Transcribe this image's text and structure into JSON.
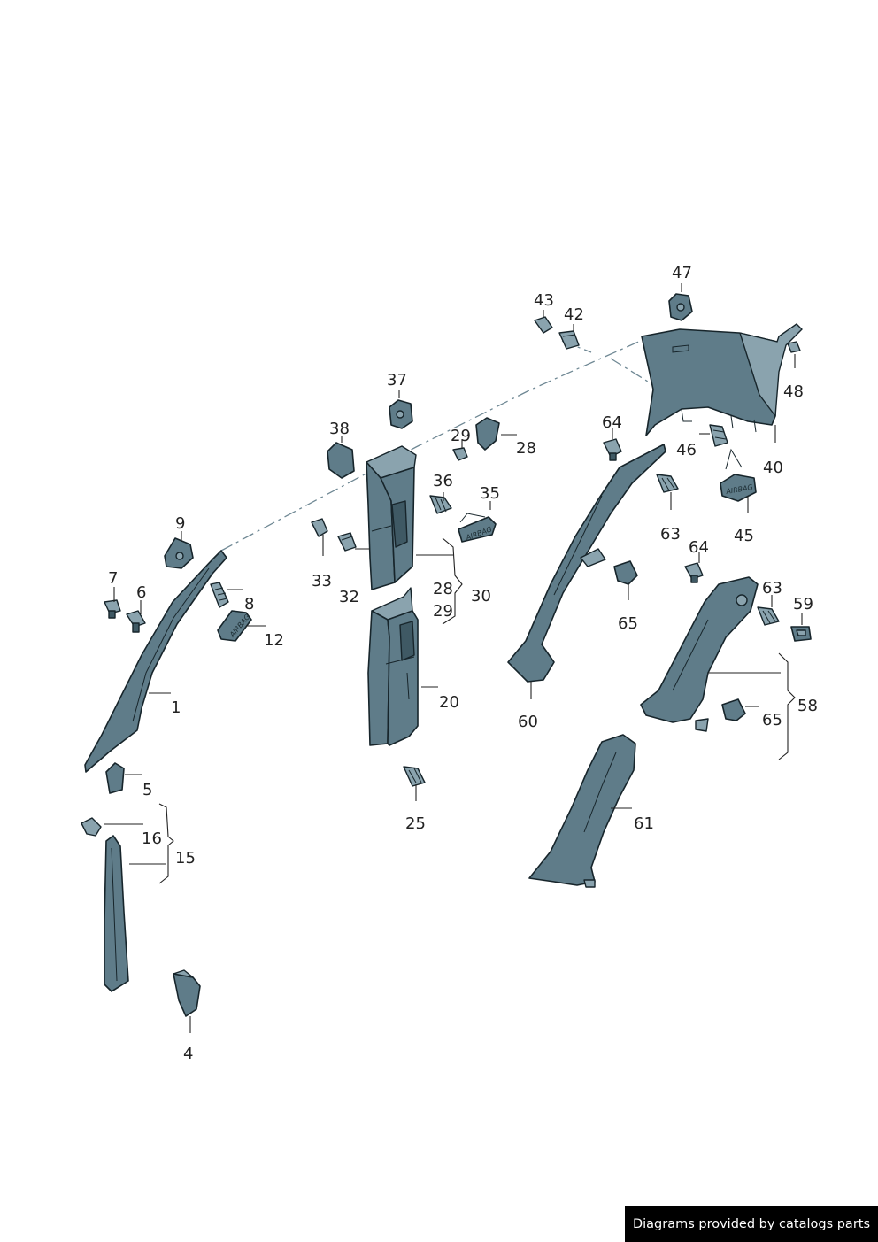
{
  "footer_text": "Diagrams provided by catalogs parts",
  "callouts": [
    "1",
    "4",
    "5",
    "6",
    "7",
    "8",
    "9",
    "12",
    "15",
    "16",
    "20",
    "25",
    "28",
    "29",
    "30",
    "32",
    "33",
    "35",
    "36",
    "37",
    "38",
    "40",
    "42",
    "43",
    "45",
    "46",
    "47",
    "48",
    "58",
    "59",
    "60",
    "61",
    "63",
    "64",
    "65"
  ],
  "callouts_repeated": {
    "28b": "28",
    "29b": "29",
    "63b": "63",
    "64b": "64",
    "65b": "65"
  },
  "stamps": {
    "airbag": "AIRBAG"
  },
  "colors": {
    "part_fill": "#5f7c89",
    "outline": "#17252b",
    "background": "#ffffff"
  }
}
